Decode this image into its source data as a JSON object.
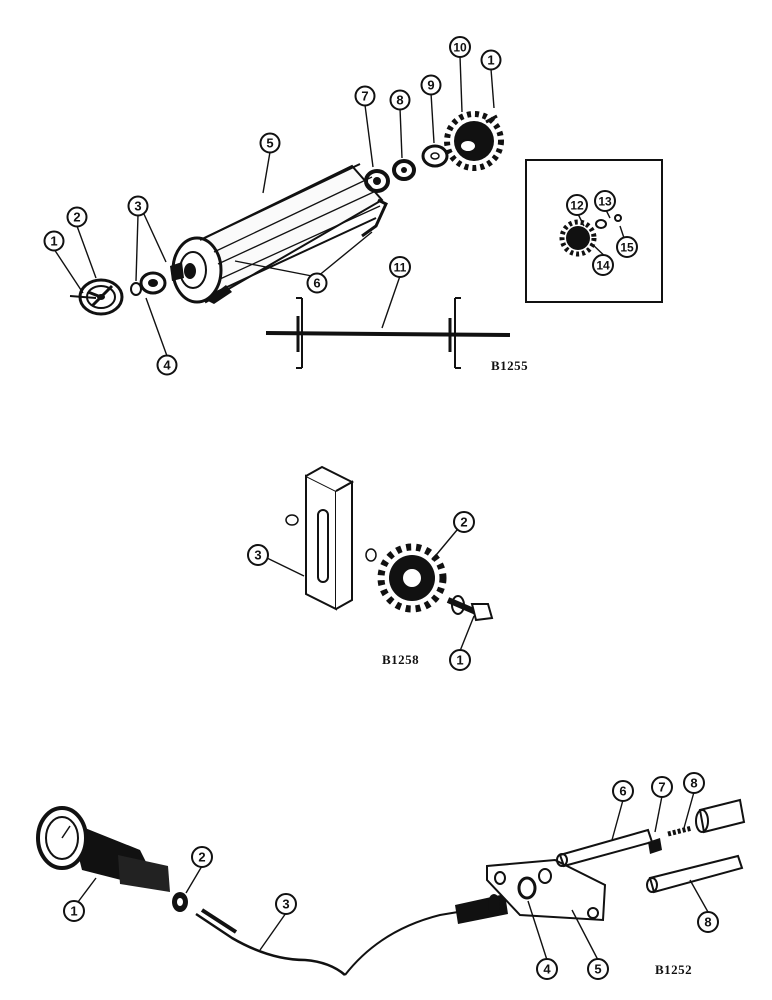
{
  "figures": [
    {
      "code": "B1255",
      "callouts": [
        "1",
        "2",
        "3",
        "4",
        "5",
        "6",
        "7",
        "8",
        "9",
        "10",
        "1",
        "11",
        "12",
        "13",
        "14",
        "15"
      ]
    },
    {
      "code": "B1258",
      "callouts": [
        "3",
        "2",
        "1"
      ]
    },
    {
      "code": "B1252",
      "callouts": [
        "1",
        "2",
        "3",
        "4",
        "5",
        "6",
        "7",
        "8",
        "8"
      ]
    }
  ]
}
